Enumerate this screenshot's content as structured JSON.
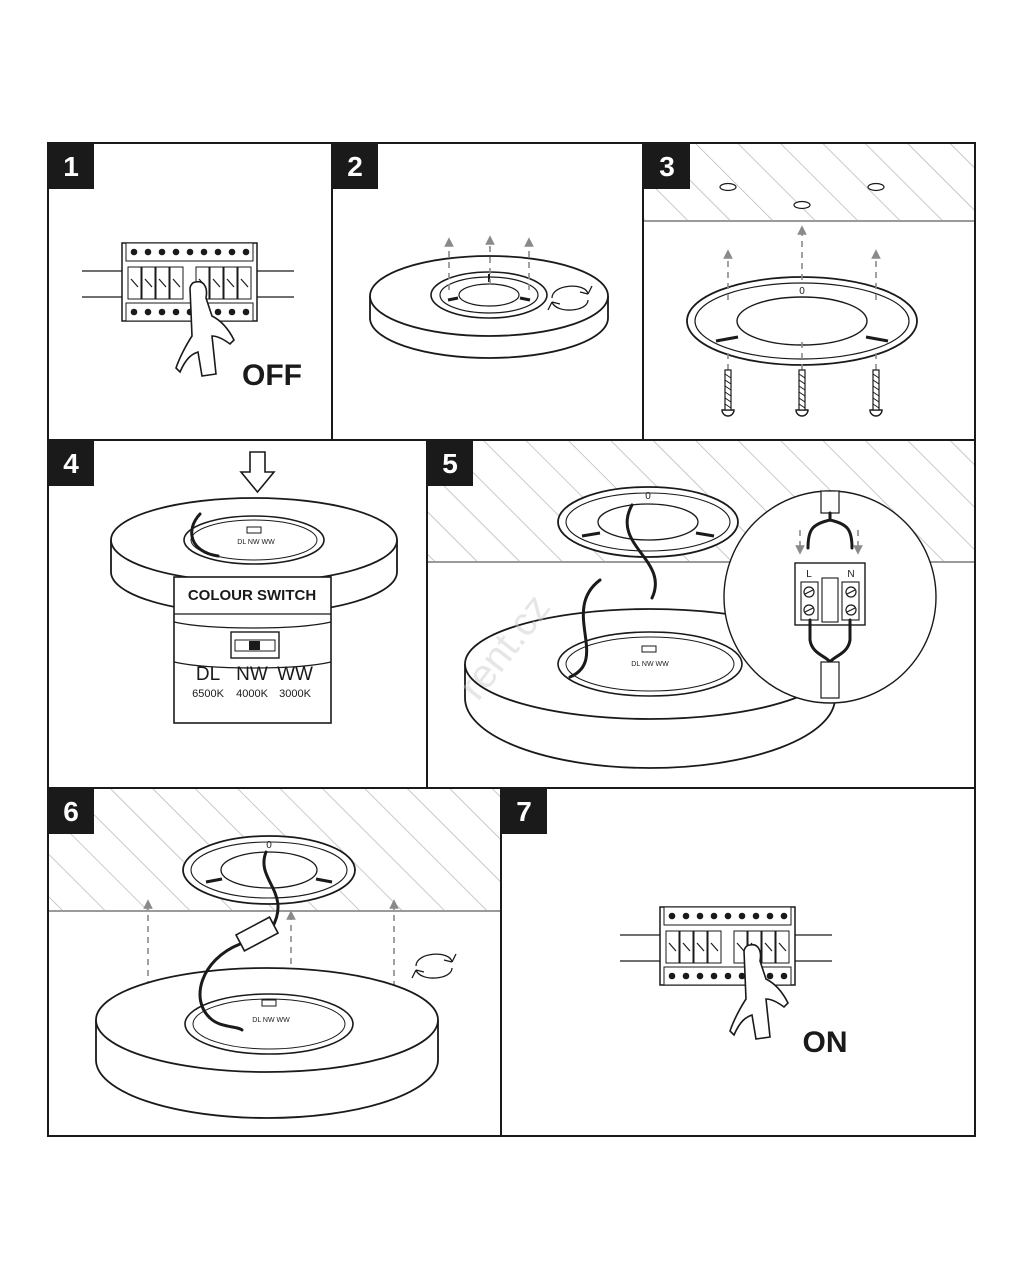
{
  "steps": [
    {
      "number": "1",
      "label": "OFF"
    },
    {
      "number": "2"
    },
    {
      "number": "3"
    },
    {
      "number": "4"
    },
    {
      "number": "5"
    },
    {
      "number": "6"
    },
    {
      "number": "7",
      "label": "ON"
    }
  ],
  "colour_switch": {
    "title": "COLOUR SWITCH",
    "modes": [
      {
        "name": "DL",
        "temp": "6500K"
      },
      {
        "name": "NW",
        "temp": "4000K"
      },
      {
        "name": "WW",
        "temp": "3000K"
      }
    ],
    "small_label": "DL  NW  WW"
  },
  "terminal": {
    "live": "L",
    "neutral": "N"
  },
  "watermark": "rent.cz",
  "colors": {
    "ink": "#1a1a1a",
    "dashed_arrow": "#8a8a8a",
    "hatch": "#b8b8b8"
  }
}
